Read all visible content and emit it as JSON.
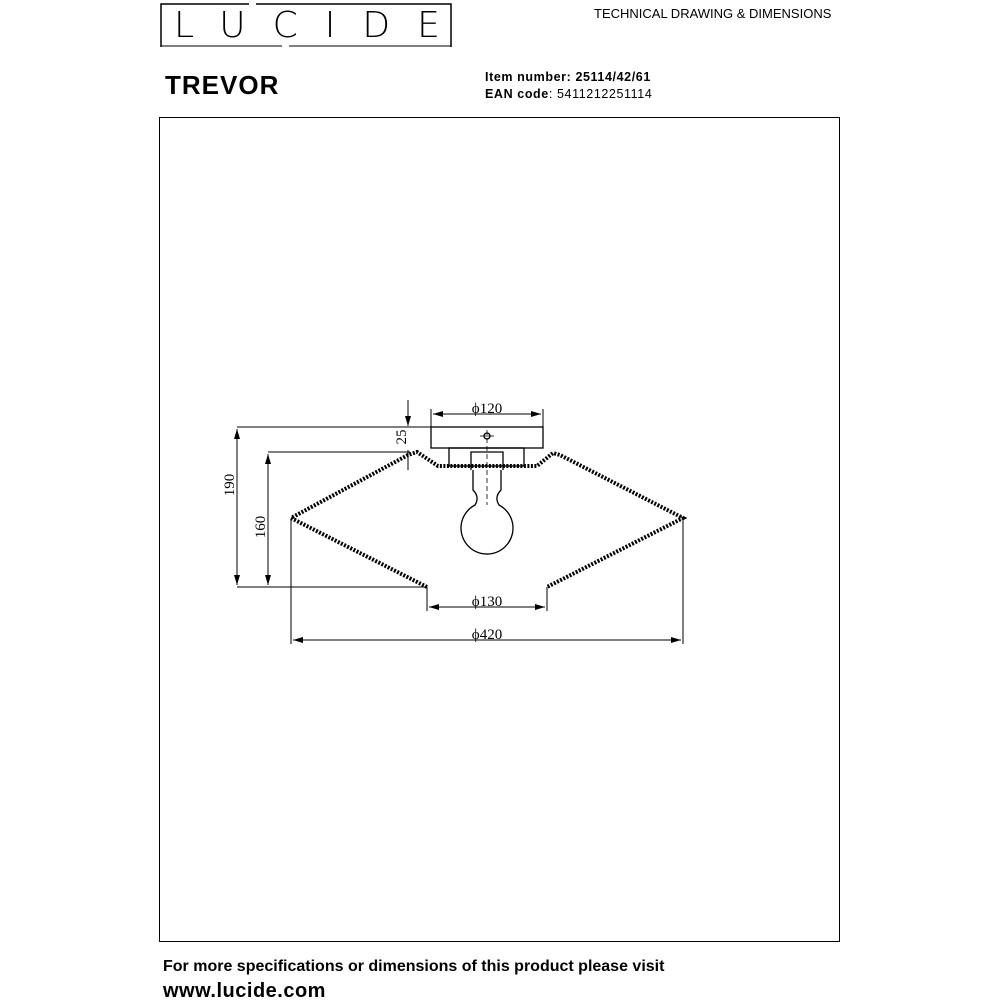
{
  "brand": {
    "logo_text": "LUCIDE"
  },
  "header": {
    "doc_type": "TECHNICAL DRAWING & DIMENSIONS"
  },
  "product": {
    "name": "TREVOR",
    "item_label": "Item number:",
    "item_number": "25114/42/61",
    "ean_label": "EAN code",
    "ean_value": ": 5411212251114"
  },
  "drawing": {
    "dims": {
      "canopy_diameter": "ϕ120",
      "canopy_height": "25",
      "total_height": "190",
      "shade_height": "160",
      "bottom_opening": "ϕ130",
      "shade_diameter": "ϕ420"
    }
  },
  "footer": {
    "line1": "For more specifications or dimensions of this product please visit",
    "url": "www.lucide.com"
  }
}
